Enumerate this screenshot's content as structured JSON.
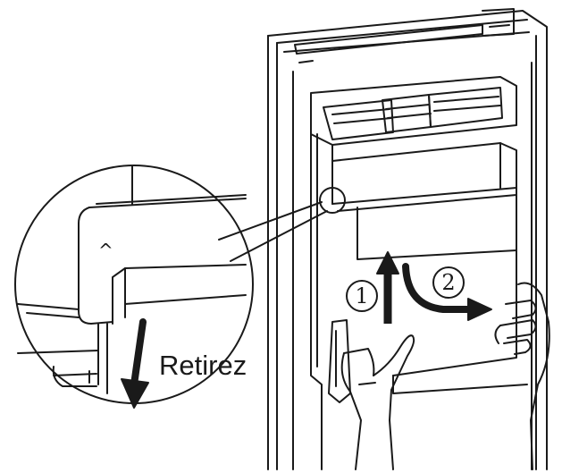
{
  "labels": {
    "action": "Retirez",
    "step_one": "1",
    "step_two": "2",
    "detail_mark": "^"
  },
  "colors": {
    "line": "#1a1a1a",
    "arrow": "#1a1a1a",
    "background": "#ffffff"
  }
}
